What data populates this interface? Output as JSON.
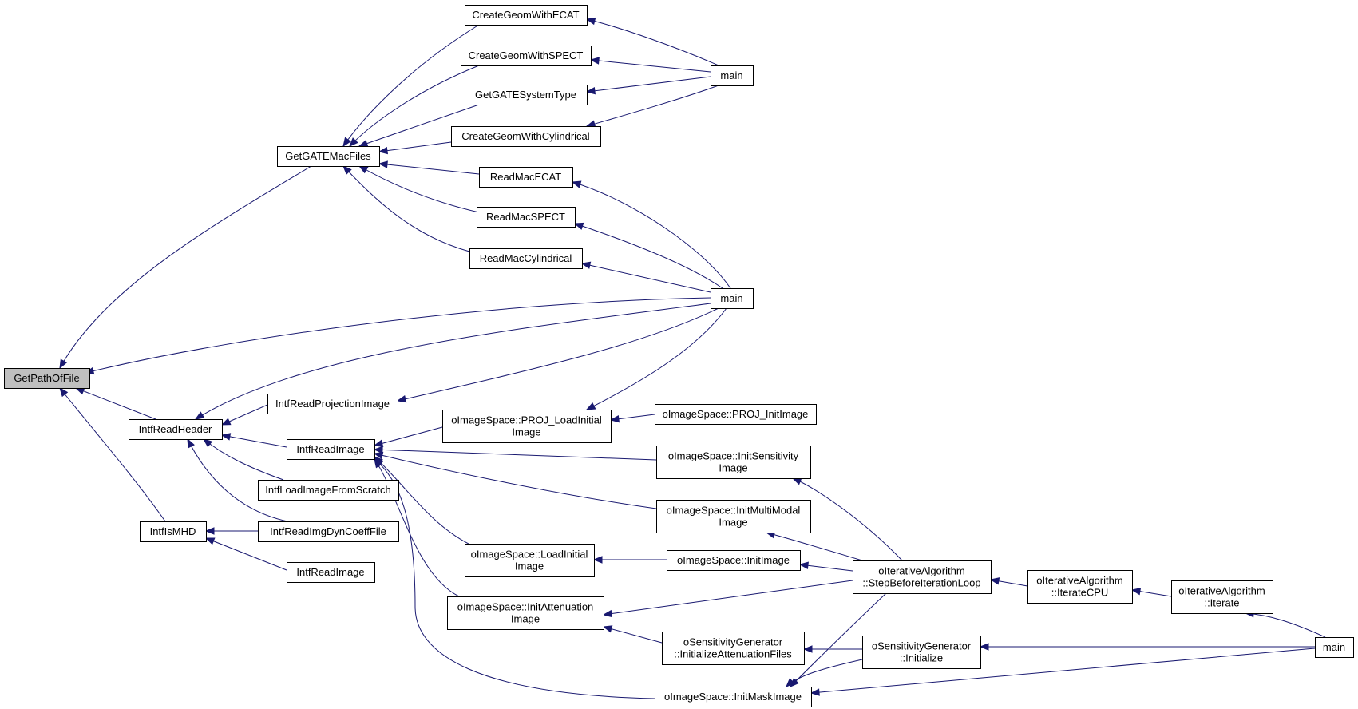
{
  "nodes": [
    {
      "id": "getpath",
      "lines": [
        "GetPathOfFile"
      ],
      "root": true
    },
    {
      "id": "getgatemac",
      "lines": [
        "GetGATEMacFiles"
      ]
    },
    {
      "id": "createecat",
      "lines": [
        "CreateGeomWithECAT"
      ]
    },
    {
      "id": "createspect",
      "lines": [
        "CreateGeomWithSPECT"
      ]
    },
    {
      "id": "getgatesys",
      "lines": [
        "GetGATESystemType"
      ]
    },
    {
      "id": "createcyl",
      "lines": [
        "CreateGeomWithCylindrical"
      ]
    },
    {
      "id": "main1",
      "lines": [
        "main"
      ]
    },
    {
      "id": "readecat",
      "lines": [
        "ReadMacECAT"
      ]
    },
    {
      "id": "readspect",
      "lines": [
        "ReadMacSPECT"
      ]
    },
    {
      "id": "readcyl",
      "lines": [
        "ReadMacCylindrical"
      ]
    },
    {
      "id": "main2",
      "lines": [
        "main"
      ]
    },
    {
      "id": "intfreadheader",
      "lines": [
        "IntfReadHeader"
      ]
    },
    {
      "id": "intfreadproj",
      "lines": [
        "IntfReadProjectionImage"
      ]
    },
    {
      "id": "intfreadimage1",
      "lines": [
        "IntfReadImage"
      ]
    },
    {
      "id": "intfloadscratch",
      "lines": [
        "IntfLoadImageFromScratch"
      ]
    },
    {
      "id": "intfreadimgdyn",
      "lines": [
        "IntfReadImgDynCoeffFile"
      ]
    },
    {
      "id": "intfismhd",
      "lines": [
        "IntfIsMHD"
      ]
    },
    {
      "id": "intfreadimage2",
      "lines": [
        "IntfReadImage"
      ]
    },
    {
      "id": "projload",
      "lines": [
        "oImageSpace::PROJ_LoadInitial",
        "Image"
      ]
    },
    {
      "id": "projinit",
      "lines": [
        "oImageSpace::PROJ_InitImage"
      ]
    },
    {
      "id": "initsens",
      "lines": [
        "oImageSpace::InitSensitivity",
        "Image"
      ]
    },
    {
      "id": "initmm",
      "lines": [
        "oImageSpace::InitMultiModal",
        "Image"
      ]
    },
    {
      "id": "loadinit",
      "lines": [
        "oImageSpace::LoadInitial",
        "Image"
      ]
    },
    {
      "id": "initimage",
      "lines": [
        "oImageSpace::InitImage"
      ]
    },
    {
      "id": "initatt",
      "lines": [
        "oImageSpace::InitAttenuation",
        "Image"
      ]
    },
    {
      "id": "sensinitatt",
      "lines": [
        "oSensitivityGenerator",
        "::InitializeAttenuationFiles"
      ]
    },
    {
      "id": "initmask",
      "lines": [
        "oImageSpace::InitMaskImage"
      ]
    },
    {
      "id": "stepbefore",
      "lines": [
        "oIterativeAlgorithm",
        "::StepBeforeIterationLoop"
      ]
    },
    {
      "id": "sensinit",
      "lines": [
        "oSensitivityGenerator",
        "::Initialize"
      ]
    },
    {
      "id": "iteratecpu",
      "lines": [
        "oIterativeAlgorithm",
        "::IterateCPU"
      ]
    },
    {
      "id": "iterate",
      "lines": [
        "oIterativeAlgorithm",
        "::Iterate"
      ]
    },
    {
      "id": "main3",
      "lines": [
        "main"
      ]
    }
  ],
  "edges": [
    [
      "getgatemac",
      "getpath"
    ],
    [
      "main2",
      "getpath"
    ],
    [
      "intfreadheader",
      "getpath"
    ],
    [
      "intfismhd",
      "getpath"
    ],
    [
      "createecat",
      "getgatemac"
    ],
    [
      "createspect",
      "getgatemac"
    ],
    [
      "getgatesys",
      "getgatemac"
    ],
    [
      "createcyl",
      "getgatemac"
    ],
    [
      "readecat",
      "getgatemac"
    ],
    [
      "readspect",
      "getgatemac"
    ],
    [
      "readcyl",
      "getgatemac"
    ],
    [
      "main1",
      "createecat"
    ],
    [
      "main1",
      "createspect"
    ],
    [
      "main1",
      "getgatesys"
    ],
    [
      "main1",
      "createcyl"
    ],
    [
      "main2",
      "readecat"
    ],
    [
      "main2",
      "readspect"
    ],
    [
      "main2",
      "readcyl"
    ],
    [
      "main2",
      "intfreadheader"
    ],
    [
      "main2",
      "intfreadproj"
    ],
    [
      "main2",
      "projload"
    ],
    [
      "intfreadproj",
      "intfreadheader"
    ],
    [
      "intfreadimage1",
      "intfreadheader"
    ],
    [
      "intfloadscratch",
      "intfreadheader"
    ],
    [
      "intfreadimgdyn",
      "intfreadheader"
    ],
    [
      "intfreadimgdyn",
      "intfismhd"
    ],
    [
      "intfreadimage2",
      "intfismhd"
    ],
    [
      "projload",
      "intfreadimage1"
    ],
    [
      "initsens",
      "intfreadimage1"
    ],
    [
      "initmm",
      "intfreadimage1"
    ],
    [
      "loadinit",
      "intfreadimage1"
    ],
    [
      "initatt",
      "intfreadimage1"
    ],
    [
      "initmask",
      "intfreadimage1"
    ],
    [
      "projinit",
      "projload"
    ],
    [
      "stepbefore",
      "initsens"
    ],
    [
      "stepbefore",
      "initmm"
    ],
    [
      "initimage",
      "loadinit"
    ],
    [
      "stepbefore",
      "initimage"
    ],
    [
      "stepbefore",
      "initatt"
    ],
    [
      "sensinitatt",
      "initatt"
    ],
    [
      "sensinit",
      "sensinitatt"
    ],
    [
      "stepbefore",
      "initmask"
    ],
    [
      "sensinit",
      "initmask"
    ],
    [
      "main3",
      "initmask"
    ],
    [
      "iteratecpu",
      "stepbefore"
    ],
    [
      "iterate",
      "iteratecpu"
    ],
    [
      "main3",
      "iterate"
    ],
    [
      "main3",
      "sensinit"
    ]
  ]
}
